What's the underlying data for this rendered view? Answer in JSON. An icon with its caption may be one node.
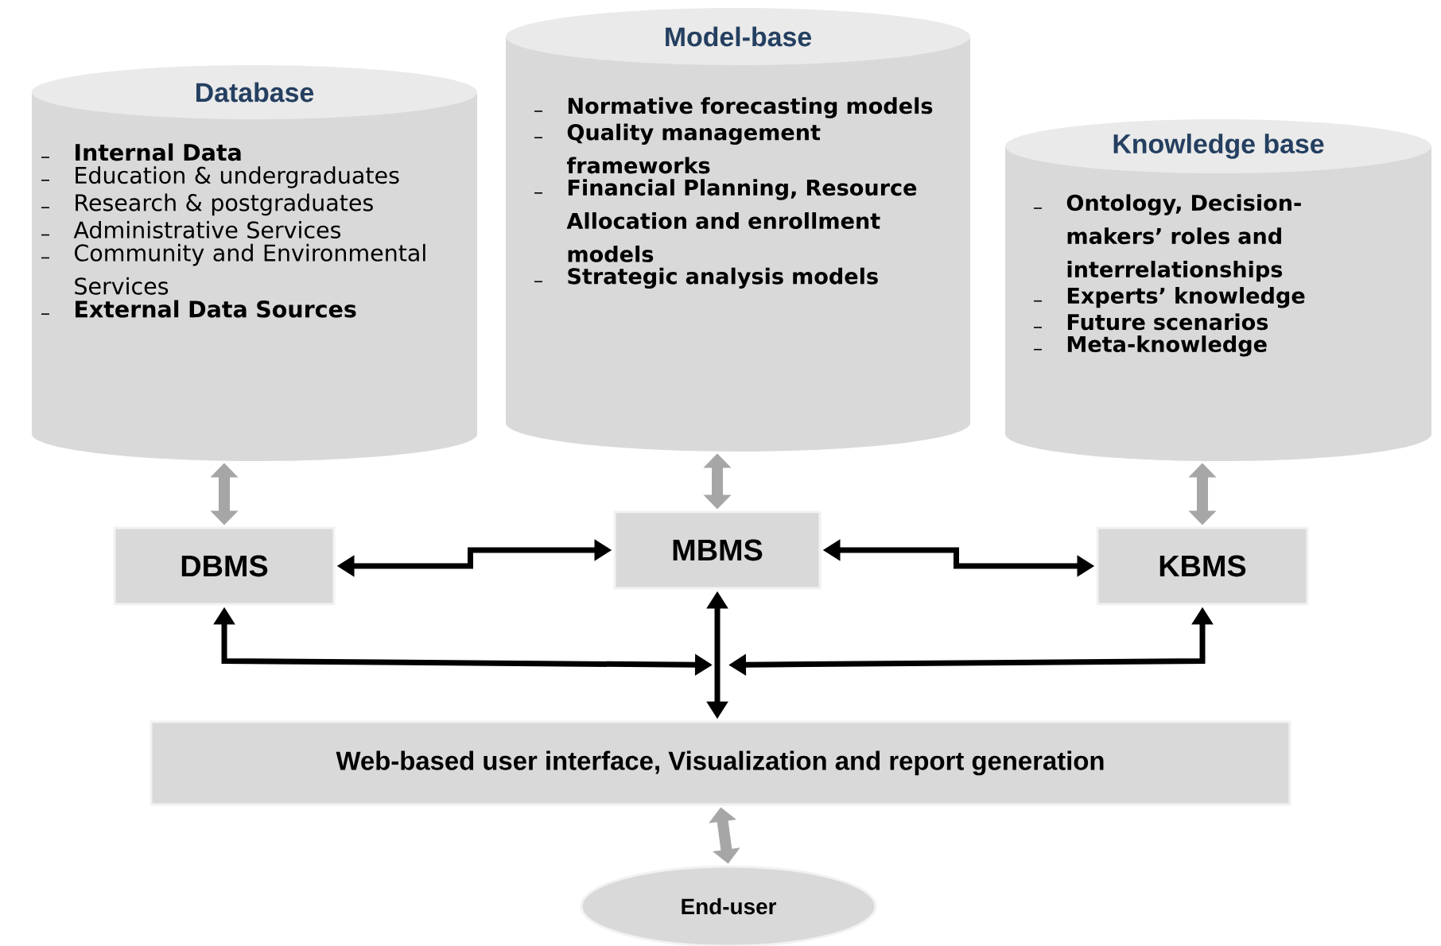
{
  "diagram": {
    "nodes": [
      {
        "text": [
          "Database",
          "Internal Data",
          "Education & undergraduates",
          "Research & postgraduates",
          "Administrative Services",
          "Community and Environmental Services",
          "External Data Sources"
        ]
      },
      {
        "text": [
          "Model-base",
          "Normative forecasting models",
          "Quality management frameworks",
          "Financial Planning, Resource Allocation and enrollment models",
          "Strategic analysis models"
        ]
      },
      {
        "text": [
          "Knowledge base",
          "Ontology, Decision-makers’ roles and interrelationships",
          "Experts’ knowledge",
          "Future scenarios",
          "Meta-knowledge"
        ]
      },
      {
        "text": [
          "DBMS"
        ]
      },
      {
        "text": [
          "MBMS"
        ]
      },
      {
        "text": [
          "KBMS"
        ]
      },
      {
        "text": [
          "Web-based user interface, Visualization and report generation"
        ]
      },
      {
        "text": [
          "End-user"
        ]
      }
    ],
    "edges": [
      {
        "from": 0,
        "to": 3,
        "arrow": "both",
        "style": "thick",
        "color": "#a6a6a6"
      },
      {
        "from": 1,
        "to": 4,
        "arrow": "both",
        "style": "thick",
        "color": "#a6a6a6"
      },
      {
        "from": 2,
        "to": 5,
        "arrow": "both",
        "style": "thick",
        "color": "#a6a6a6"
      },
      {
        "from": 3,
        "to": 4,
        "arrow": "both"
      },
      {
        "from": 4,
        "to": 5,
        "arrow": "both"
      },
      {
        "from": 3,
        "to": 6,
        "arrow": "both"
      },
      {
        "from": 4,
        "to": 6,
        "arrow": "both"
      },
      {
        "from": 5,
        "to": 6,
        "arrow": "both"
      },
      {
        "from": 6,
        "to": 7,
        "arrow": "both",
        "style": "thick",
        "color": "#a6a6a6"
      }
    ]
  }
}
